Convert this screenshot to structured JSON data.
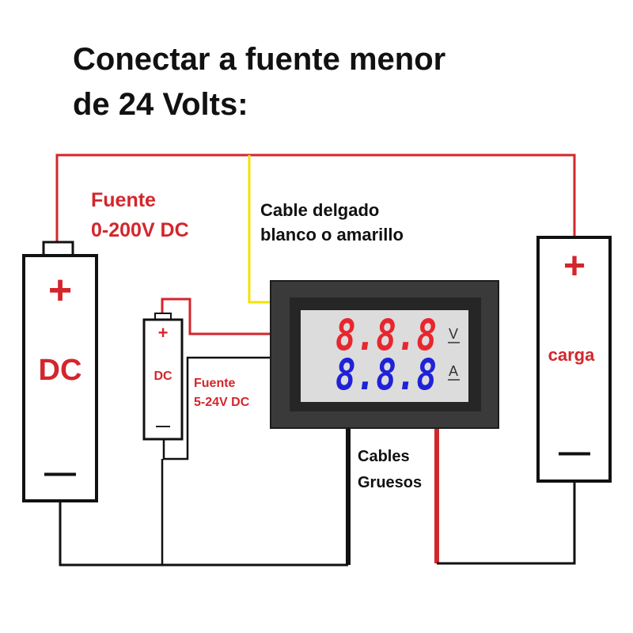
{
  "title": {
    "line1": "Conectar a fuente menor",
    "line2": "de 24 Volts:"
  },
  "labels": {
    "main_source_line1": "Fuente",
    "main_source_line2": "0-200V DC",
    "thin_cable_line1": "Cable delgado",
    "thin_cable_line2": "blanco o amarillo",
    "aux_source_line1": "Fuente",
    "aux_source_line2": "5-24V DC",
    "thick_cables_line1": "Cables",
    "thick_cables_line2": "Gruesos"
  },
  "battery_main": {
    "plus": "+",
    "label": "DC",
    "minus": "—"
  },
  "battery_aux": {
    "plus": "+",
    "label": "DC",
    "minus": "—"
  },
  "load": {
    "plus": "+",
    "label": "carga",
    "minus": "—"
  },
  "meter": {
    "voltage_display": "8.8.8",
    "current_display": "8.8.8",
    "voltage_unit": "V",
    "current_unit": "A"
  },
  "colors": {
    "red_wire": "#d3262c",
    "yellow_wire": "#f2e200",
    "black_wire": "#111111",
    "voltage_digits": "#e8262e",
    "current_digits": "#1e22d8",
    "meter_bezel": "#3a3a3a",
    "display_bg": "#dcdcdc"
  }
}
